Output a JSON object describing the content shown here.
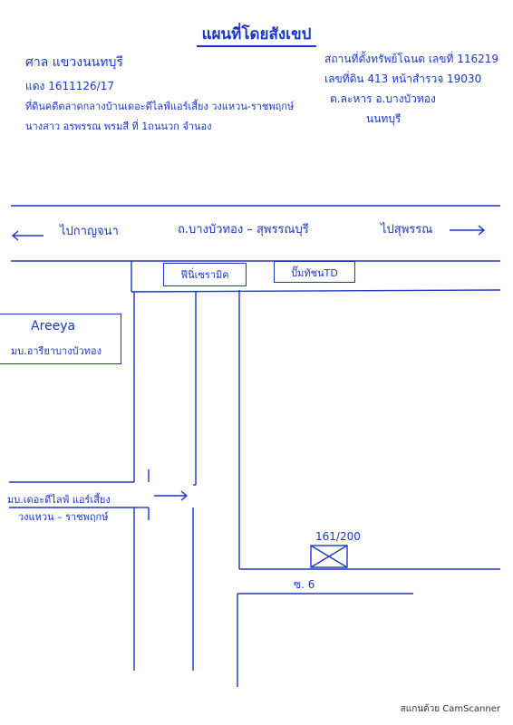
{
  "title": "แผนที่โดยสังเขป",
  "header_left": {
    "line1": "ศาล แขวงนนทบุรี",
    "line2": "แดง 1611126/17",
    "line3": "ที่ดินคดีตลาดกลางบ้านเดอะดีไลฟ์แอร์เสี้ยง วงแหวน-ราชพฤกษ์",
    "line4": "นางสาว อรพรรณ พรมสี ที่ 1ถนนวก จำนอง"
  },
  "header_right": {
    "line1": "สถานที่ตั้งทรัพย์โฉนด เลขที่ 116219",
    "line2": "เลขที่ดิน 413 หน้าสำรวจ 19030",
    "line3": "ต.ละหาร อ.บางบัวทอง",
    "line4": "นนทบุรี"
  },
  "main_road": {
    "name": "ถ.บางบัวทอง – สุพรรณบุรี",
    "left_direction": "ไปกาญจนา",
    "right_direction": "ไปสุพรรณ"
  },
  "landmarks": {
    "pharmacy": "ฟีนิ่เซรามิค",
    "gas_station": "ปั๊มทัชนTD",
    "areeya_name": "Areeya",
    "areeya_sub": "มบ.อารียาบางบัวทอง"
  },
  "side_road": {
    "line1": "มบ.เดอะดีไลฟ์ แอร์เสี้ยง",
    "line2": "วงแหวน – ราชพฤกษ์"
  },
  "property": {
    "number": "161/200",
    "soi": "ซ. 6"
  },
  "footer": "สแกนด้วย CamScanner",
  "colors": {
    "ink": "#1a36c8",
    "background": "#ffffff"
  }
}
